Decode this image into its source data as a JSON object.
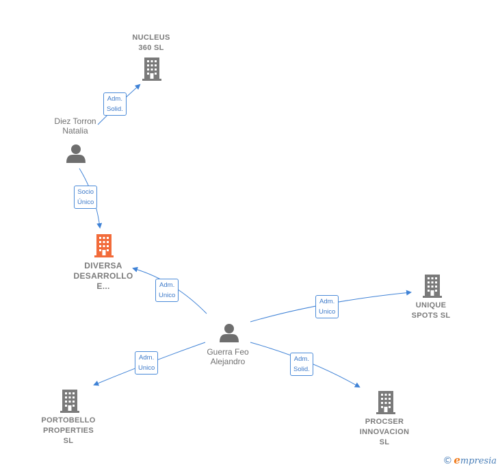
{
  "colors": {
    "edge": "#3f82d6",
    "company_icon": "#7a7a7a",
    "main_company_icon": "#f26b3a",
    "person_icon": "#6e6e6e"
  },
  "companies": {
    "nucleus": {
      "label": "NUCLEUS\n360  SL",
      "icon": "building-icon"
    },
    "diversa": {
      "label": "DIVERSA\nDESARROLLO\nE...",
      "icon": "building-icon"
    },
    "unique": {
      "label": "UNIQUE\nSPOTS  SL",
      "icon": "building-icon"
    },
    "portobello": {
      "label": "PORTOBELLO\nPROPERTIES\nSL",
      "icon": "building-icon"
    },
    "procser": {
      "label": "PROCSER\nINNOVACION\nSL",
      "icon": "building-icon"
    }
  },
  "persons": {
    "diez": {
      "label": "Diez Torron\nNatalia",
      "icon": "person-icon"
    },
    "guerra": {
      "label": "Guerra Feo\nAlejandro",
      "icon": "person-icon"
    }
  },
  "edges": {
    "diez_nucleus": {
      "label": "Adm.\nSolid."
    },
    "diez_diversa": {
      "label": "Socio\nÚnico"
    },
    "guerra_diversa": {
      "label": "Adm.\nUnico"
    },
    "guerra_unique": {
      "label": "Adm.\nUnico"
    },
    "guerra_portobello": {
      "label": "Adm.\nUnico"
    },
    "guerra_procser": {
      "label": "Adm.\nSolid."
    }
  },
  "brand": {
    "copyright": "©",
    "name_initial": "e",
    "name_rest": "mpresia"
  }
}
